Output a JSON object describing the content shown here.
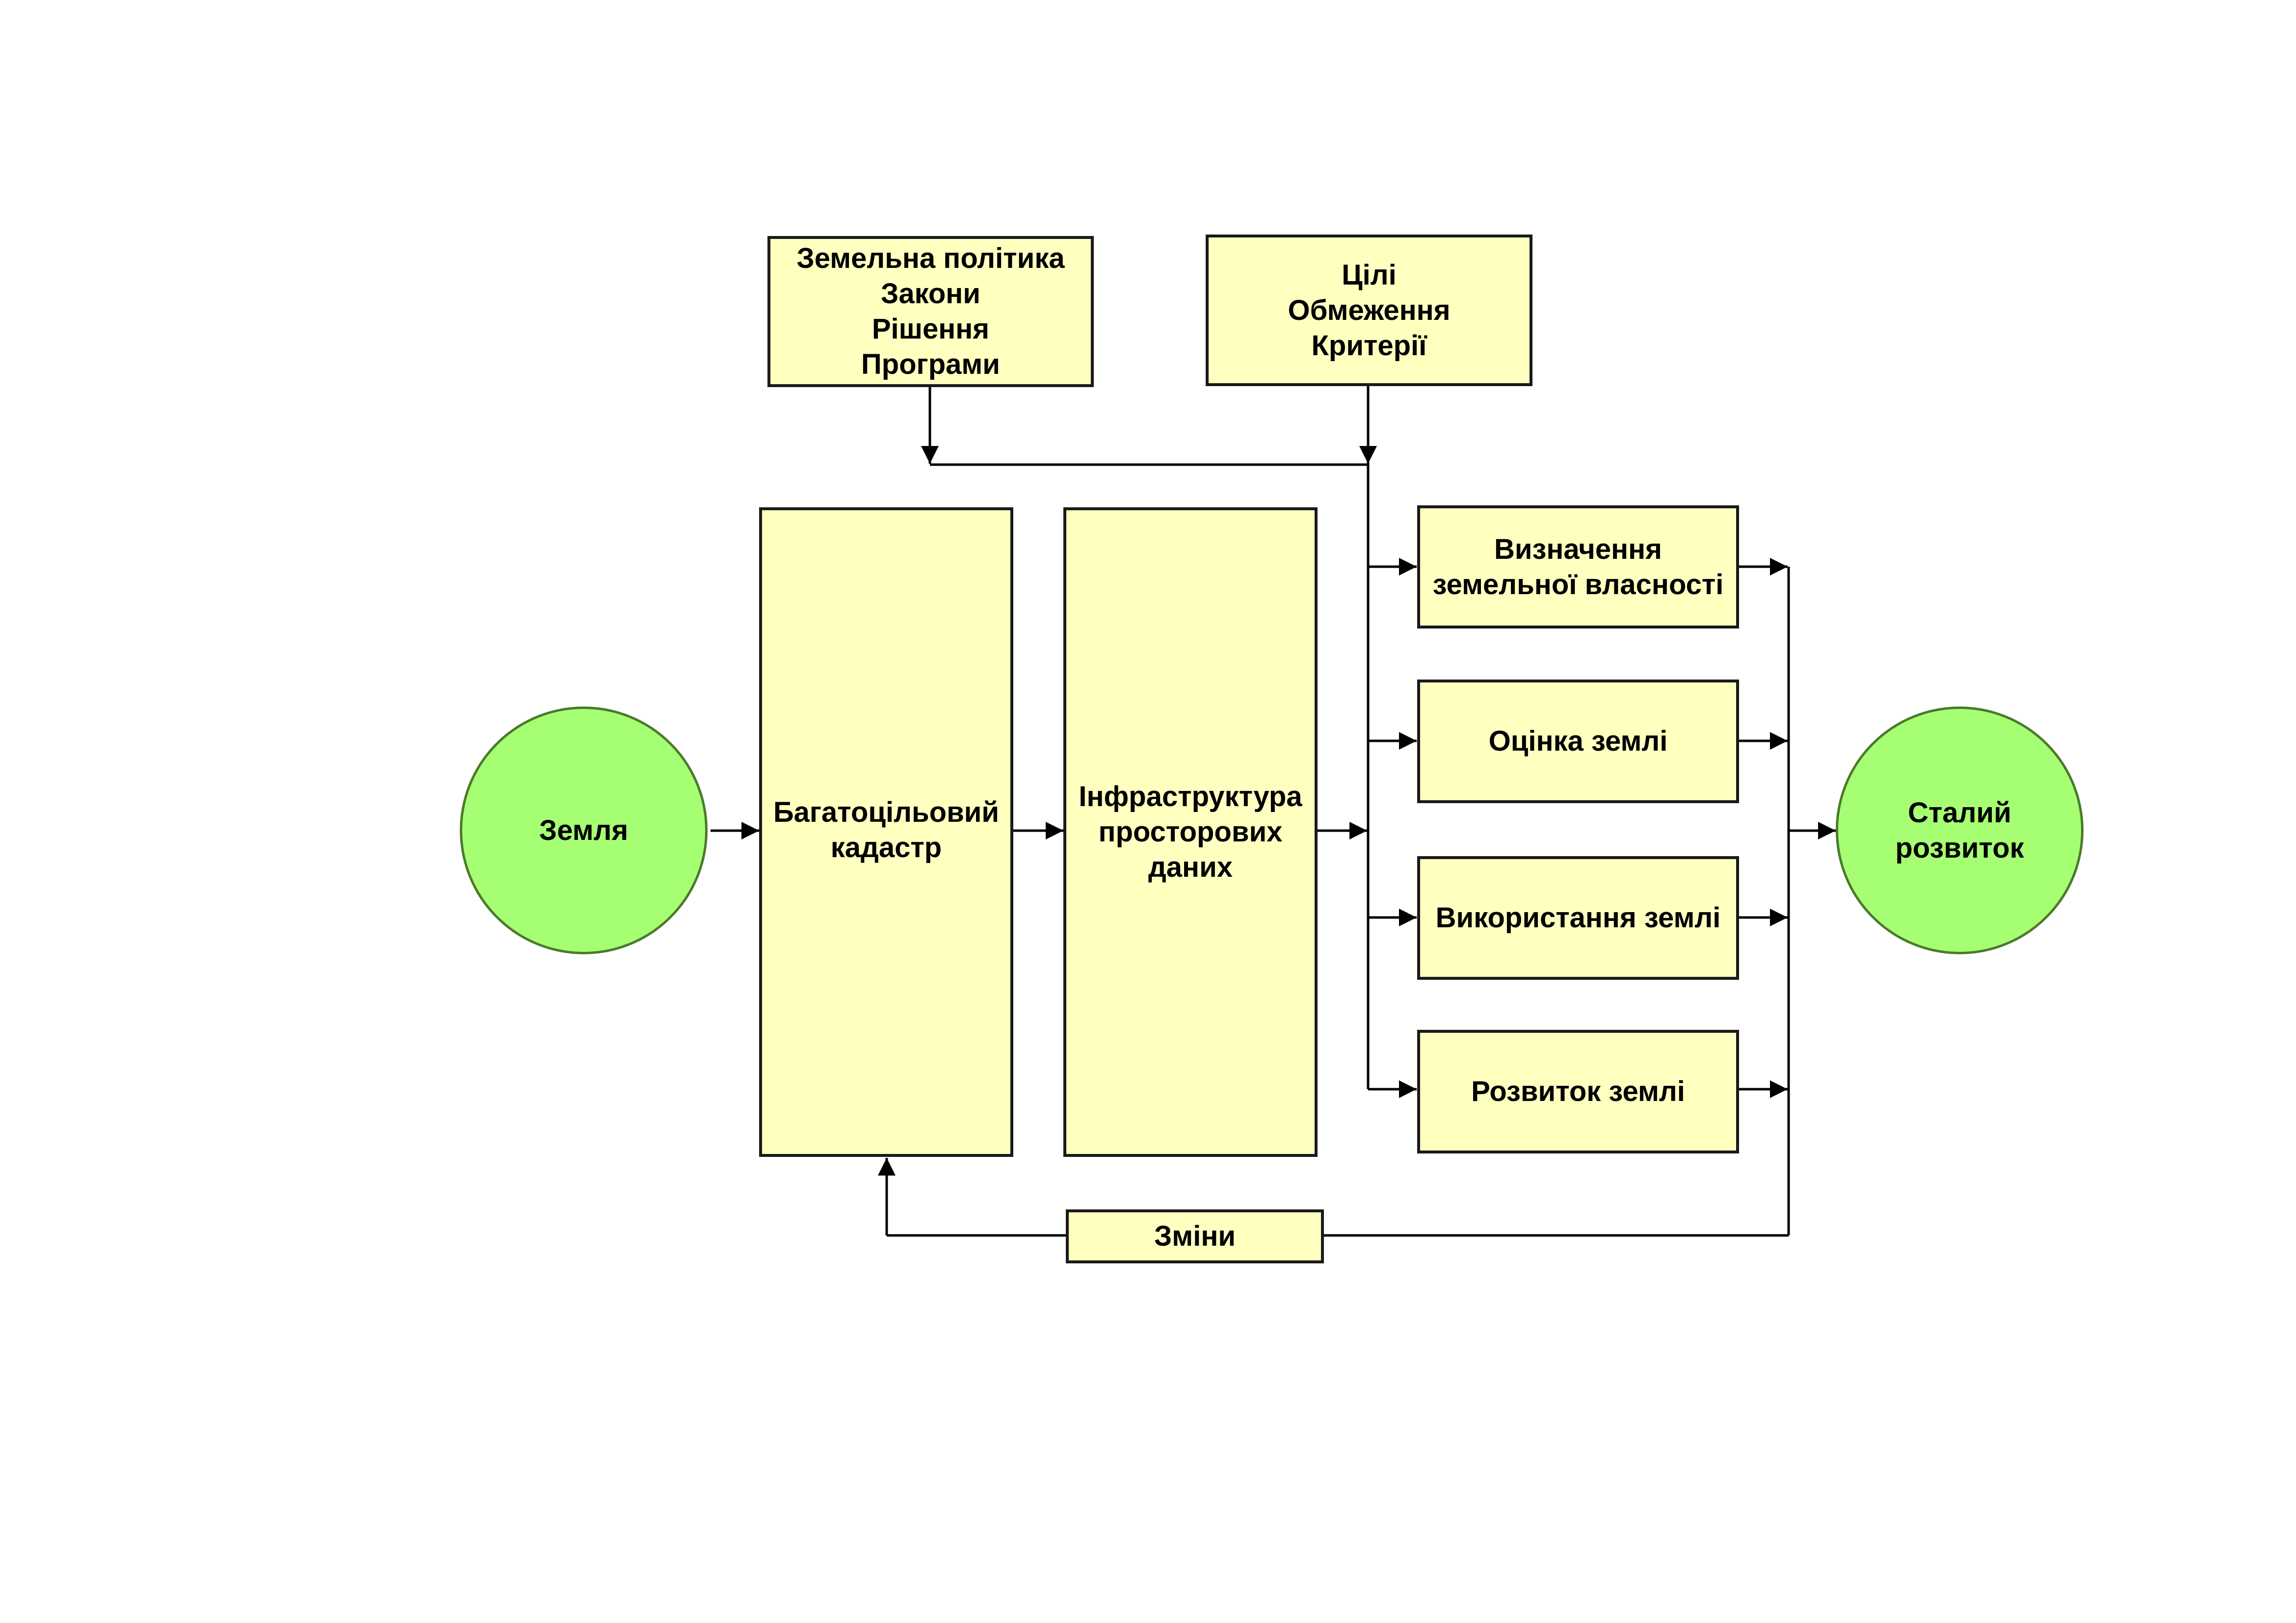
{
  "diagram": {
    "nodes": {
      "land": [
        "Земля"
      ],
      "policy": [
        "Земельна політика",
        "Закони",
        "Рішення",
        "Програми"
      ],
      "goals": [
        "Цілі",
        "Обмеження",
        "Критерії"
      ],
      "cadastre": [
        "Багатоцільовий",
        "кадастр"
      ],
      "sdi": [
        "Інфраструктура",
        "просторових",
        "даних"
      ],
      "ownership": [
        "Визначення",
        "земельної власності"
      ],
      "valuation": [
        "Оцінка землі"
      ],
      "use": [
        "Використання землі"
      ],
      "development": [
        "Розвиток землі"
      ],
      "sustainable": [
        "Сталий",
        "розвиток"
      ],
      "changes": [
        "Зміни"
      ]
    },
    "colors": {
      "box_fill": "#ffffc0",
      "circle_fill": "#a6ff73",
      "circle_border": "#4a7a2a",
      "line": "#000000"
    }
  }
}
